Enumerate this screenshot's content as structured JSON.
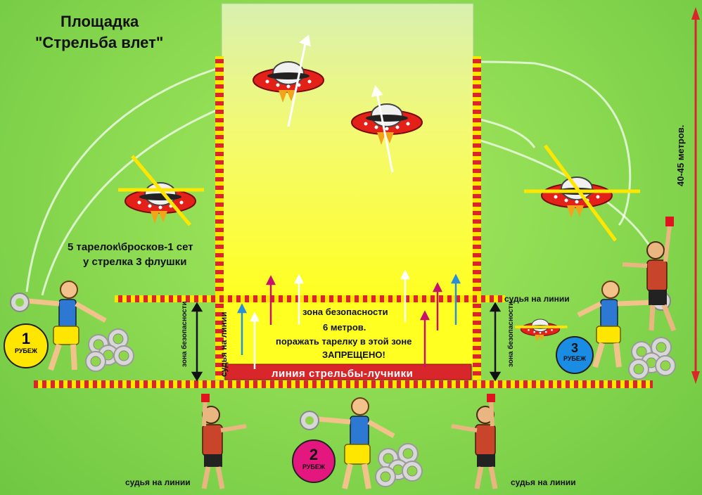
{
  "title_line1": "Площадка",
  "title_line2": "\"Стрельба влет\"",
  "info_line1": "5 тарелок\\бросков-1 сет",
  "info_line2": "у стрелка 3 флушки",
  "safety_zone": {
    "line1": "зона безопасности",
    "line2": "6 метров.",
    "line3": "поражать тарелку в этой зоне",
    "line4": "ЗАПРЕЩЕНО!"
  },
  "shooting_line_label": "линия стрельбы-лучники",
  "safety_zone_side_label": "зона безопасности",
  "judge_label": "судья на линии",
  "distance_label": "40-45 метров.",
  "stations": [
    {
      "number": "1",
      "label": "РУБЕЖ",
      "color": "#ffe600"
    },
    {
      "number": "2",
      "label": "РУБЕЖ",
      "color": "#e4177e"
    },
    {
      "number": "3",
      "label": "РУБЕЖ",
      "color": "#1b8ce3"
    }
  ],
  "colors": {
    "field": "#8ddb52",
    "zone_yellow": "#ffff33",
    "tape_red": "#d9262a",
    "tape_yellow": "#ffe600",
    "line_bar": "#d9262a"
  }
}
